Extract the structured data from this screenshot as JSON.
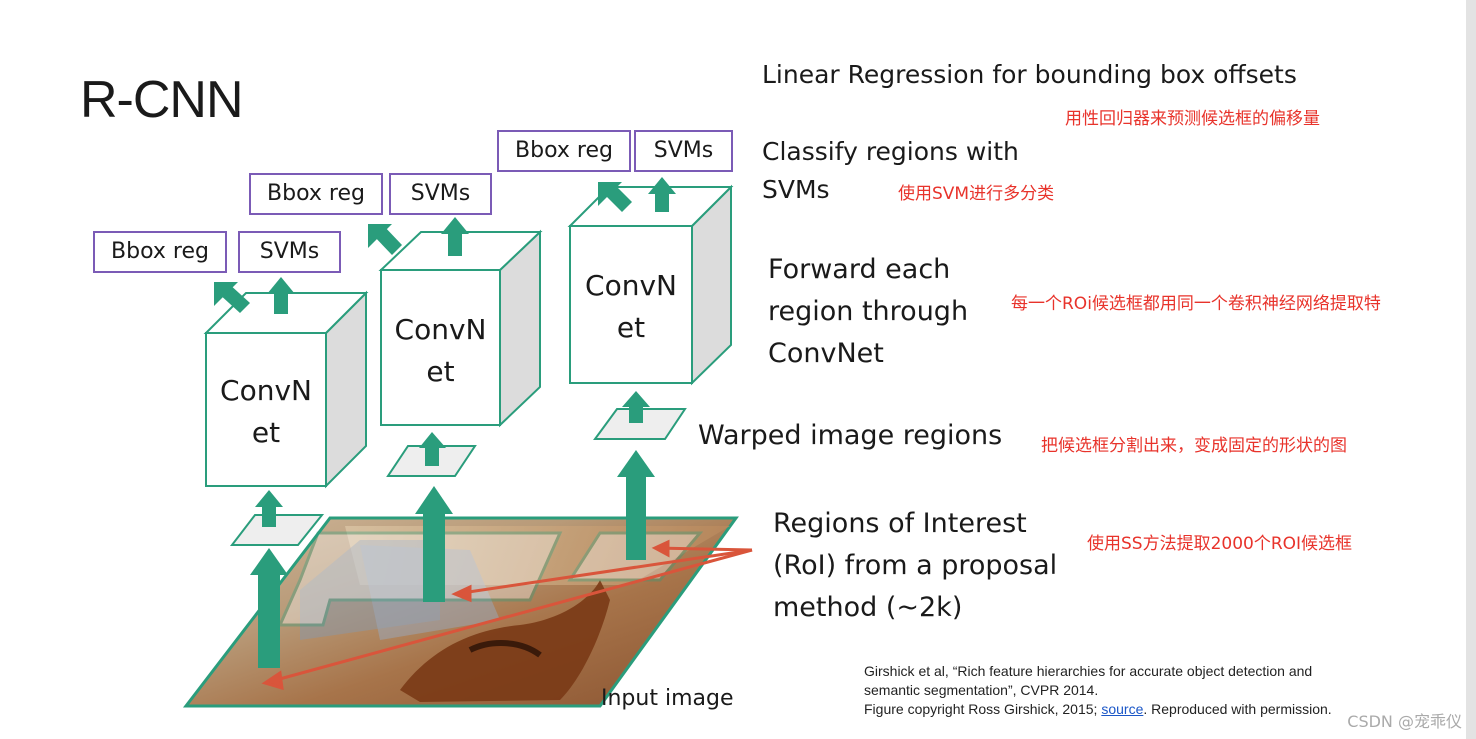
{
  "title": "R-CNN",
  "labels": {
    "linear_regression": "Linear Regression for bounding box offsets",
    "classify_line1": "Classify regions with",
    "classify_line2": "SVMs",
    "forward_line1": "Forward each",
    "forward_line2": "region through",
    "forward_line3": "ConvNet",
    "warped": "Warped image regions",
    "roi_line1": "Regions of Interest",
    "roi_line2": "(RoI) from a proposal",
    "roi_line3": "method (~2k)",
    "input_image": "Input image"
  },
  "annotations": {
    "linear_regression": "用性回归器来预测候选框的偏移量",
    "classify": "使用SVM进行多分类",
    "forward": "每一个ROi候选框都用同一个卷积神经网络提取特",
    "warped": "把候选框分割出来，变成固定的形状的图",
    "roi": "使用SS方法提取2000个ROI候选框"
  },
  "boxes": {
    "bbox_reg": "Bbox reg",
    "svms": "SVMs",
    "convnet_line1": "ConvN",
    "convnet_line2": "et"
  },
  "citation": {
    "line1": "Girshick et al, “Rich feature hierarchies for accurate object detection and",
    "line2": "semantic segmentation”, CVPR 2014.",
    "line3_prefix": "Figure copyright Ross Girshick, 2015; ",
    "line3_link": "source",
    "line3_suffix": ". Reproduced with permission."
  },
  "watermark": "CSDN @宠乖仪",
  "colors": {
    "accent_green": "#2a9d7c",
    "box_border_purple": "#7b5bb6",
    "annotation_red": "#e8332b",
    "proposal_arrow_red": "#d9553b"
  }
}
